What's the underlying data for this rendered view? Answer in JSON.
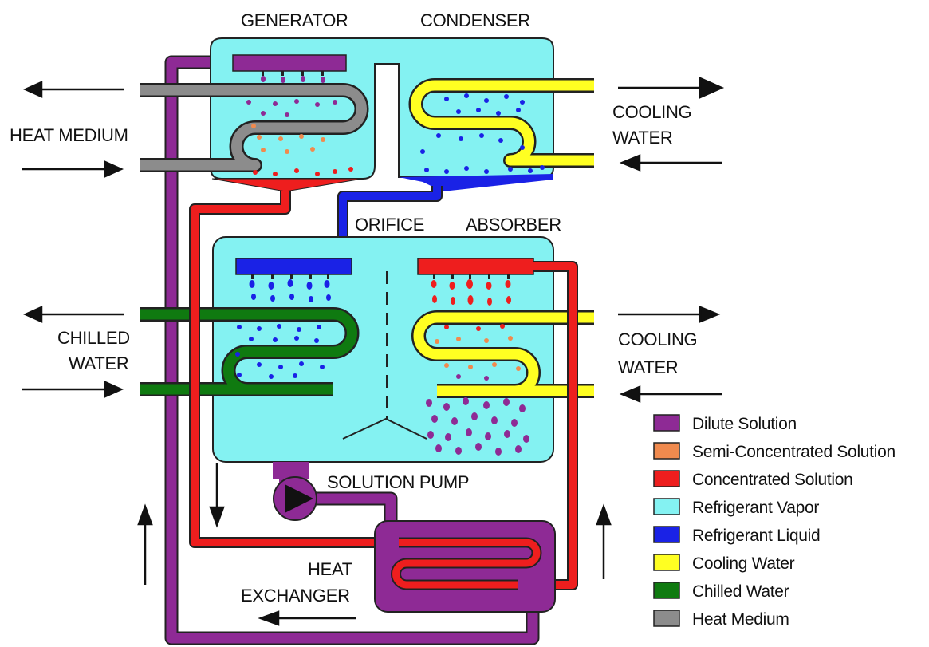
{
  "labels": {
    "generator": "GENERATOR",
    "condenser": "CONDENSER",
    "heat_medium": "HEAT MEDIUM",
    "cooling_water_top_line1": "COOLING",
    "cooling_water_top_line2": "WATER",
    "orifice": "ORIFICE",
    "absorber": "ABSORBER",
    "chilled_water_line1": "CHILLED",
    "chilled_water_line2": "WATER",
    "cooling_water_mid_line1": "COOLING",
    "cooling_water_mid_line2": "WATER",
    "solution_pump": "SOLUTION PUMP",
    "heat_exchanger_line1": "HEAT",
    "heat_exchanger_line2": "EXCHANGER"
  },
  "legend": [
    {
      "label": "Dilute Solution",
      "color": "#8e2a95"
    },
    {
      "label": "Semi-Concentrated Solution",
      "color": "#f08a4e"
    },
    {
      "label": "Concentrated Solution",
      "color": "#ee1e1e"
    },
    {
      "label": "Refrigerant Vapor",
      "color": "#84f2f2"
    },
    {
      "label": "Refrigerant Liquid",
      "color": "#1a22e6"
    },
    {
      "label": "Cooling Water",
      "color": "#ffff22"
    },
    {
      "label": "Chilled Water",
      "color": "#0f7a10"
    },
    {
      "label": "Heat Medium",
      "color": "#8c8c8c"
    }
  ],
  "colors": {
    "dilute": "#8e2a95",
    "semi": "#f08a4e",
    "concentrated": "#ee1e1e",
    "vapor": "#84f2f2",
    "liquid": "#1a22e6",
    "cooling": "#ffff22",
    "chilled": "#0f7a10",
    "heat": "#8c8c8c",
    "outline": "#222222"
  }
}
